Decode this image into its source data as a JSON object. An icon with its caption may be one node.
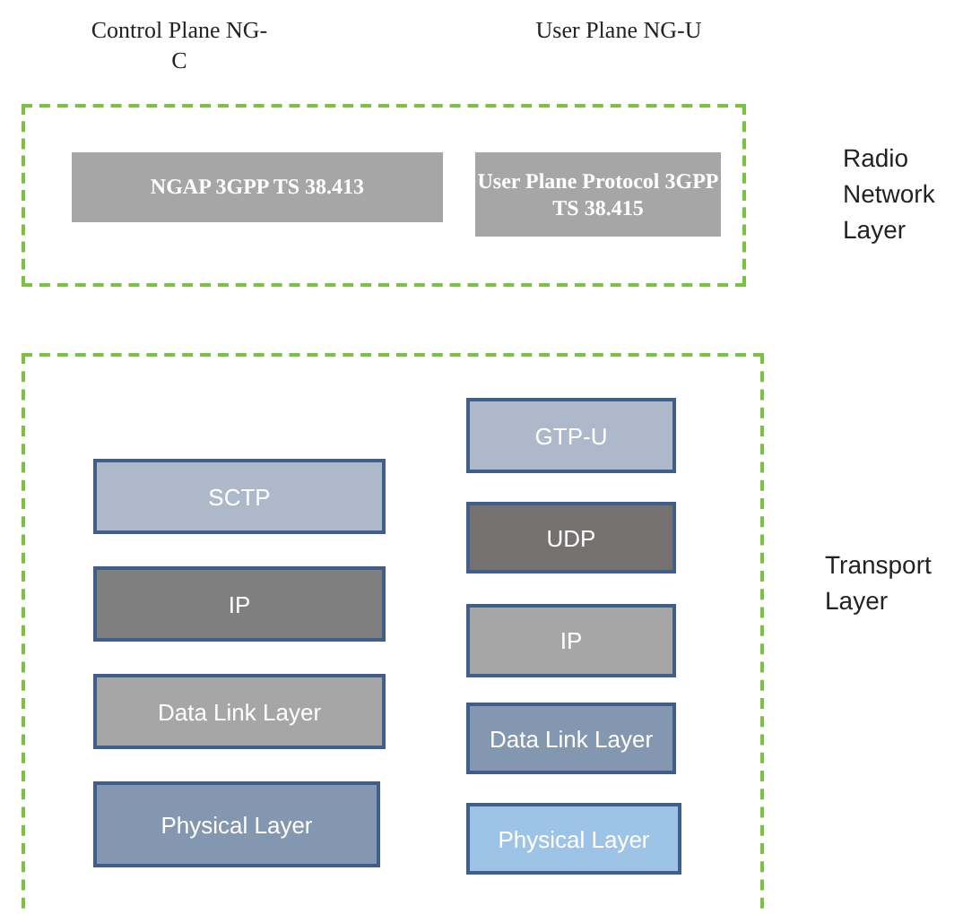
{
  "diagram": {
    "nodes": [
      {
        "text": [
          "Radio Network Layer"
        ]
      },
      {
        "text": [
          "NGAP 3GPP TS 38.413"
        ],
        "in": 0
      },
      {
        "text": [
          "User Plane Protocol 3GPP TS 38.415"
        ],
        "in": 0
      },
      {
        "text": [
          "Transport Layer"
        ]
      },
      {
        "text": [
          "SCTP"
        ],
        "in": 3
      },
      {
        "text": [
          "IP"
        ],
        "in": 3
      },
      {
        "text": [
          "Data Link Layer"
        ],
        "in": 3
      },
      {
        "text": [
          "Physical Layer"
        ],
        "in": 3
      },
      {
        "text": [
          "GTP-U"
        ],
        "in": 3
      },
      {
        "text": [
          "UDP"
        ],
        "in": 3
      },
      {
        "text": [
          "IP"
        ],
        "in": 3
      },
      {
        "text": [
          "Data Link Layer"
        ],
        "in": 3
      },
      {
        "text": [
          "Physical Layer"
        ],
        "in": 3
      }
    ],
    "labels": [
      "Control Plane NG-C",
      "User Plane NG-U"
    ]
  }
}
